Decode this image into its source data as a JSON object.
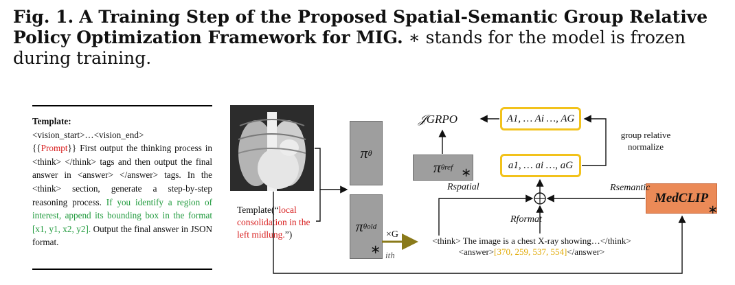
{
  "caption": {
    "label": "Fig. 1.",
    "title": "A Training Step of the Proposed Spatial-Semantic Group Relative Policy Optimization Framework for MIG.",
    "note": "∗ stands for the model is frozen during training."
  },
  "template": {
    "header": "Template:",
    "line1": "<vision_start>…<vision_end>",
    "prompt_open": "{{",
    "prompt": "Prompt",
    "prompt_close": "}}",
    "body1": " First output the thinking process in <think> </think> tags and then output the final answer in <answer> </answer> tags. In the <think> section, generate a step-by-step reasoning process. ",
    "green": "If you identify a region of interest, append its bounding box in the format [x1, y1, x2, y2].",
    "body2": " Output the final answer in JSON format."
  },
  "prompt_input": {
    "prefix": "Template(“",
    "text": "local consolidation in the left midlung.",
    "suffix": "”)"
  },
  "policy": {
    "pi": "π",
    "theta": "θ",
    "old": "θold",
    "ref": "θref"
  },
  "loss": "𝒥GRPO",
  "advantages": "A1, … Ai …, AG",
  "rewards": "a1, … ai …, aG",
  "group_label": "group relative normalize",
  "medclip": "MedCLIP",
  "frozen_mark": "∗",
  "sample_label": "×G",
  "ith_label": "ith",
  "r_spatial": "Rspatial",
  "r_semantic": "Rsemantic",
  "r_format": "Rformat",
  "output": {
    "think": "<think> The image is a chest X-ray showing…</think>",
    "answer_open": "<answer>",
    "bbox": "[370, 259, 537, 554]",
    "answer_close": "</answer>"
  }
}
